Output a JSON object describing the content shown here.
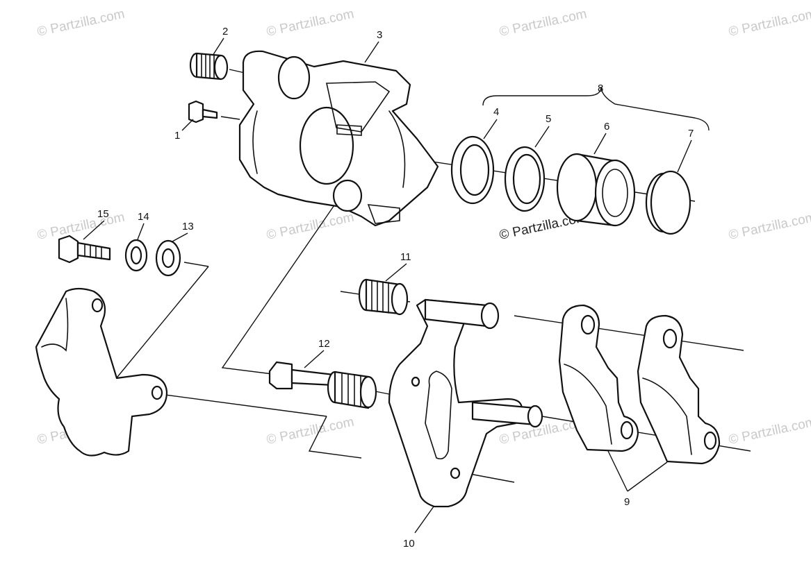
{
  "callouts": {
    "c1": "1",
    "c2": "2",
    "c3": "3",
    "c4": "4",
    "c5": "5",
    "c6": "6",
    "c7": "7",
    "c8": "8",
    "c9": "9",
    "c10": "10",
    "c11": "11",
    "c12": "12",
    "c13": "13",
    "c14": "14",
    "c15": "15"
  },
  "watermark": {
    "text": "© Partzilla.com",
    "center_text": "© Partzilla.com",
    "color": "#c9c9c9"
  },
  "colors": {
    "line": "#111111",
    "background": "#ffffff"
  }
}
